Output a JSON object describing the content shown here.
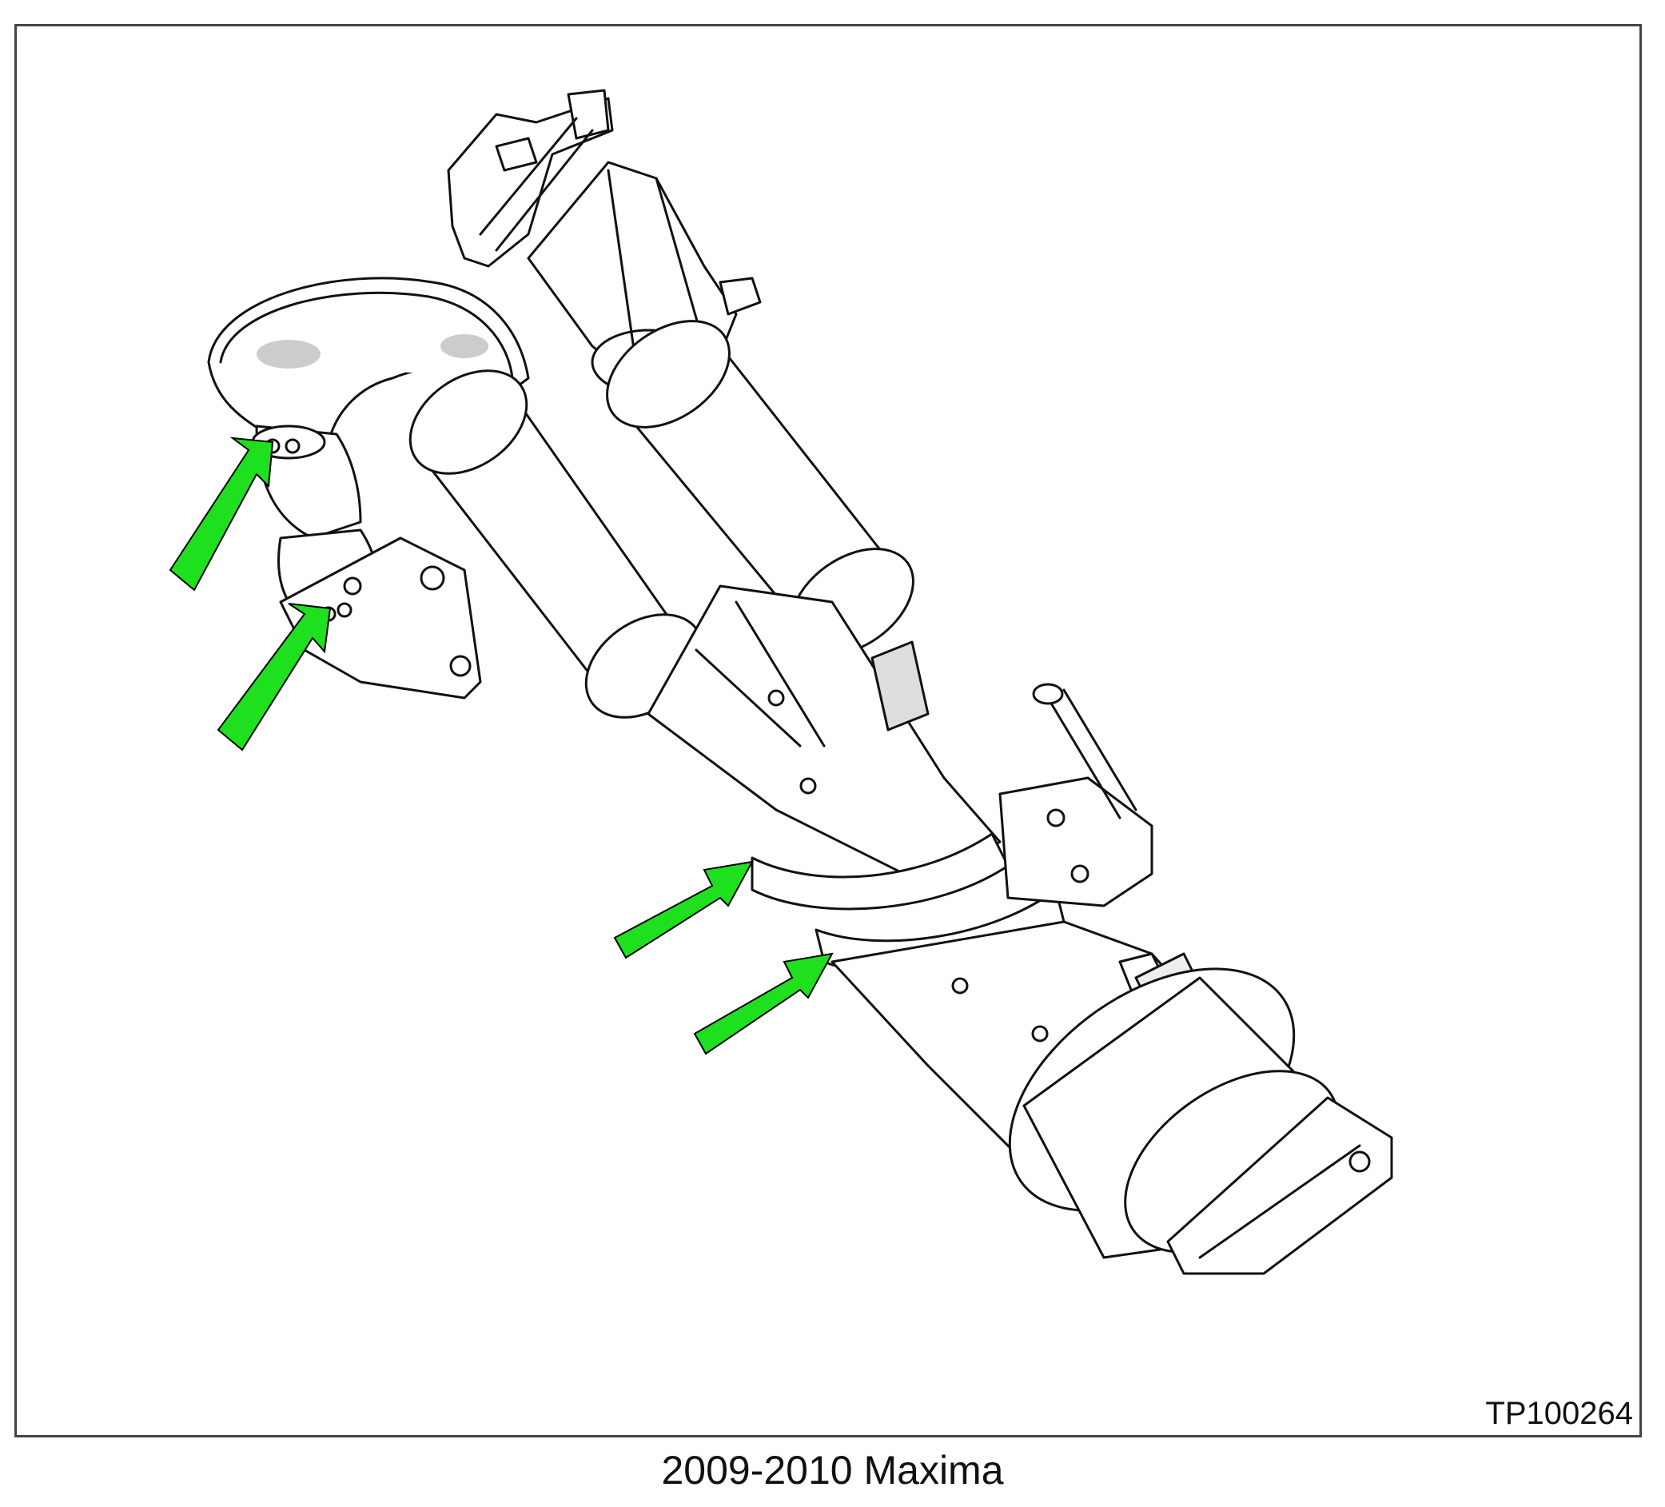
{
  "figure": {
    "id_label": "TP100264",
    "caption": "2009-2010 Maxima"
  },
  "callouts": {
    "color": "#1fe01f",
    "outline": "#000000",
    "count": 4
  },
  "colors": {
    "line": "#111111",
    "background": "#ffffff",
    "frame": "#444444"
  }
}
